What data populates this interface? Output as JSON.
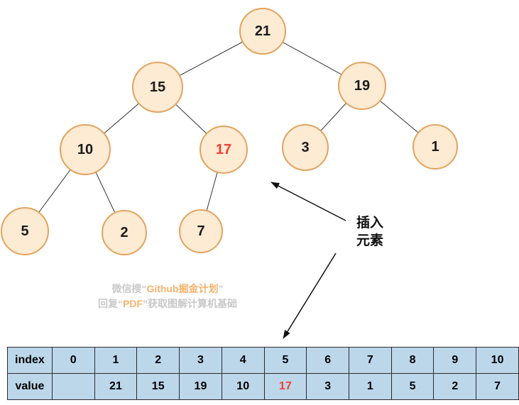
{
  "tree": {
    "nodes": [
      {
        "value": "21"
      },
      {
        "value": "15"
      },
      {
        "value": "19"
      },
      {
        "value": "10"
      },
      {
        "value": "17",
        "highlighted": true
      },
      {
        "value": "3"
      },
      {
        "value": "1"
      },
      {
        "value": "5"
      },
      {
        "value": "2"
      },
      {
        "value": "7"
      }
    ]
  },
  "annotation": {
    "line1": "插入",
    "line2": "元素"
  },
  "watermark": {
    "l1_prefix": "微信搜“",
    "l1_highlight": "Github掘金计划",
    "l1_suffix": "”",
    "l2_prefix": "回复“",
    "l2_highlight": "PDF",
    "l2_suffix": "”获取图解计算机基础"
  },
  "table": {
    "index_row": [
      "index",
      "0",
      "1",
      "2",
      "3",
      "4",
      "5",
      "6",
      "7",
      "8",
      "9",
      "10"
    ],
    "value_row": [
      "value",
      "",
      "21",
      "15",
      "19",
      "10",
      "17",
      "3",
      "1",
      "5",
      "2",
      "7"
    ]
  },
  "colors": {
    "node_fill": "#FDEBD3",
    "node_border": "#E2A45F",
    "highlight_text": "#F23F33",
    "table_fill": "#BDD7EA",
    "watermark_gray": "#C9C9C9",
    "watermark_orange": "#F6B26B"
  }
}
